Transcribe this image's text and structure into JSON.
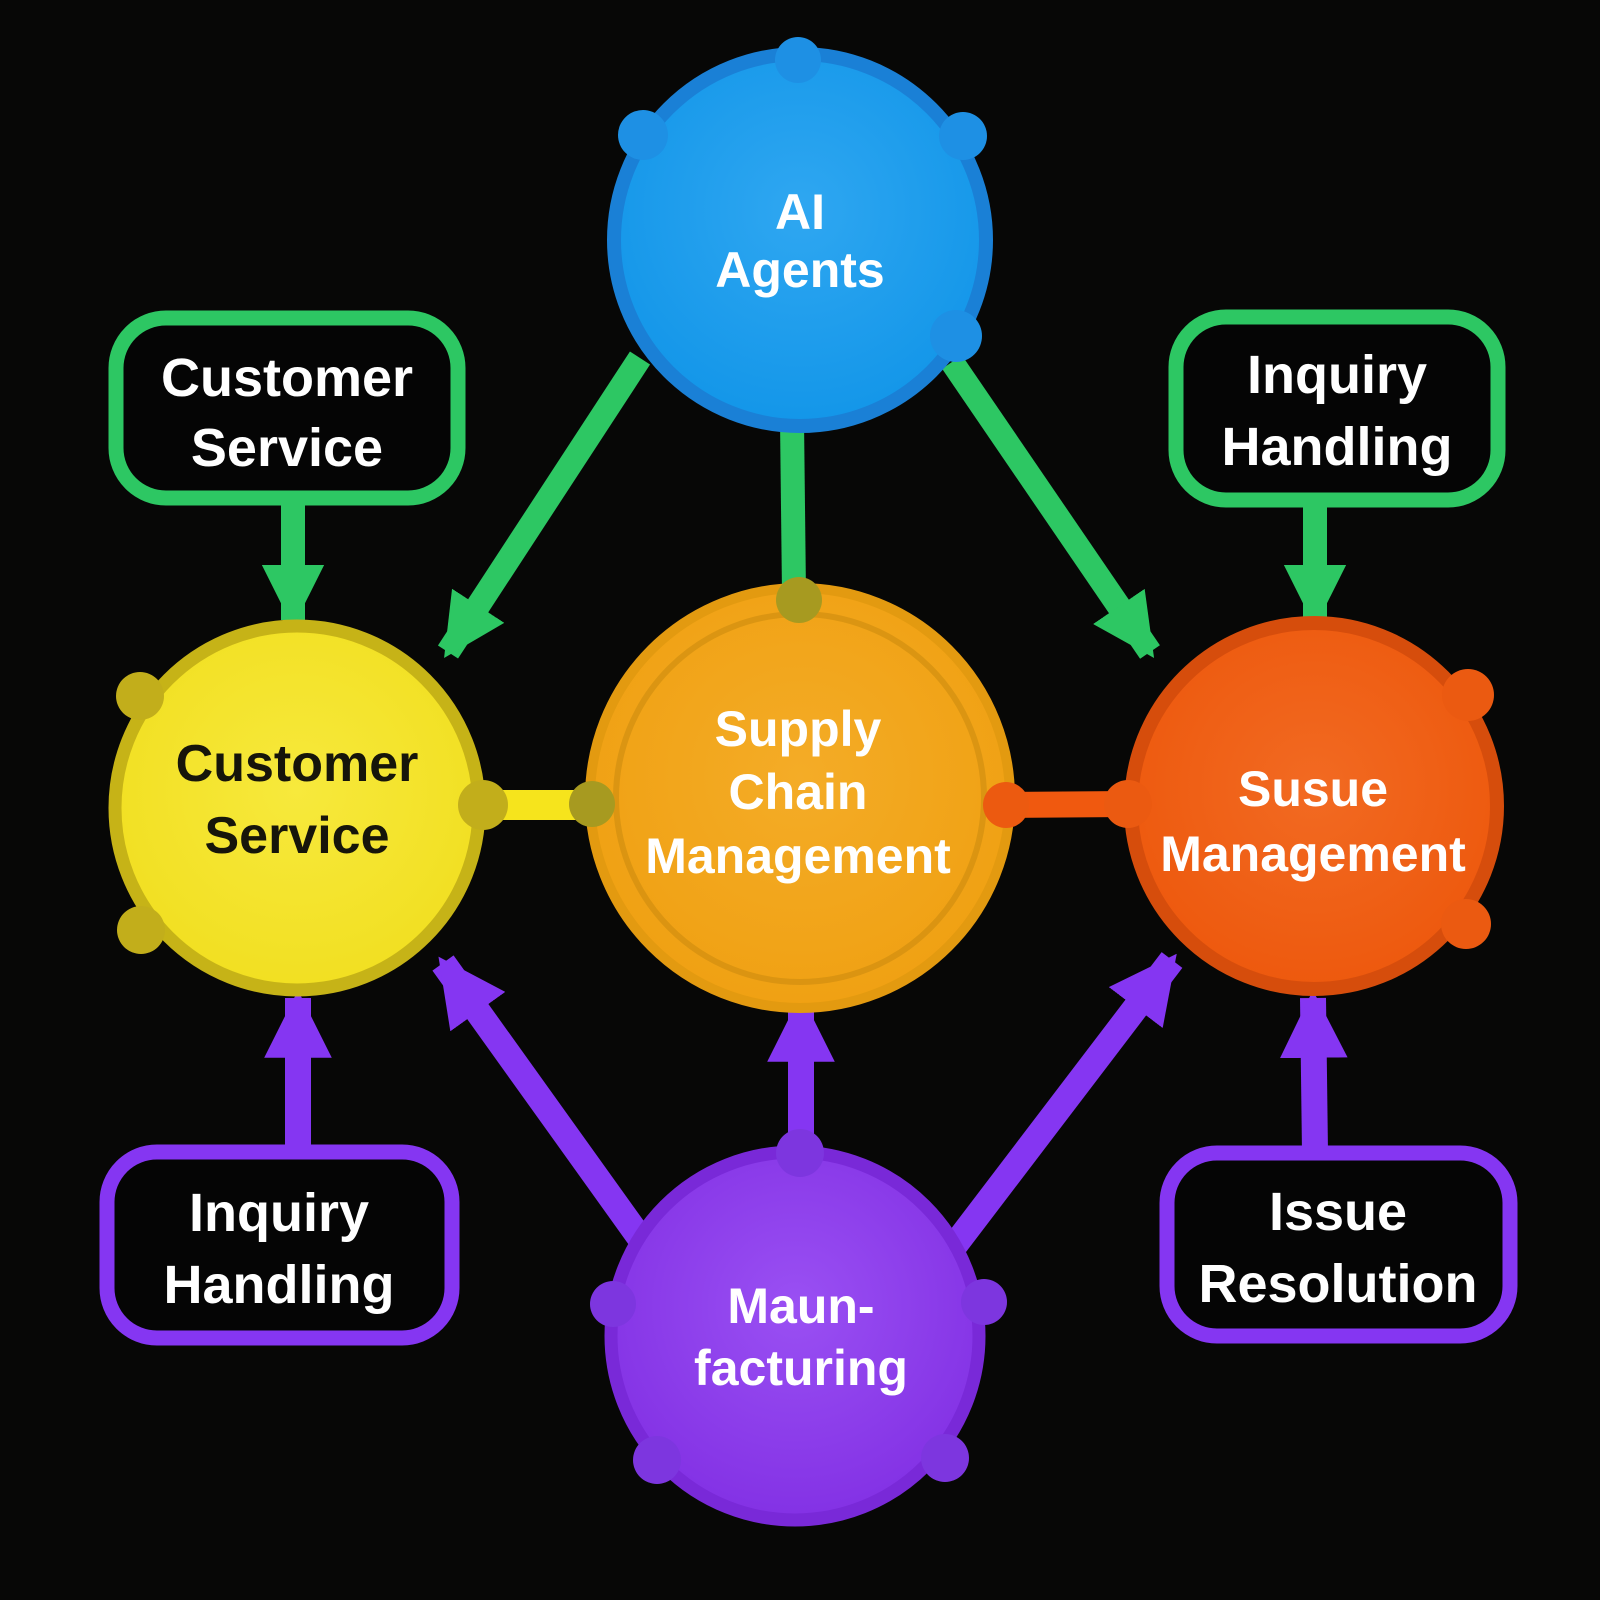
{
  "diagram": {
    "background": "#070706",
    "nodes": {
      "ai_agents": {
        "label": "AI Agents",
        "lines": [
          "AI",
          "Agents"
        ],
        "fill_center": "#2fa7f1",
        "fill_edge": "#0e93e7",
        "border": "#1a80d6",
        "dot": "#1e90e4",
        "text_color": "#ffffff"
      },
      "customer_service": {
        "label": "Customer Service",
        "lines": [
          "Customer",
          "Service"
        ],
        "fill_center": "#f7e93c",
        "fill_edge": "#f0dd1b",
        "border": "#c6b317",
        "dot": "#c2ae1b",
        "text_color": "#16150a"
      },
      "supply_chain": {
        "label": "Supply Chain Management",
        "lines": [
          "Supply",
          "Chain",
          "Management"
        ],
        "fill_center": "#f4ac27",
        "fill_edge": "#ef9e0e",
        "border": "#e39a10",
        "inner_ring": "#cf8d10",
        "dot_olive": "#a79a20",
        "dot_orange": "#ec5a10",
        "text_color": "#ffffff"
      },
      "issue_management": {
        "label": "Susue Management",
        "lines": [
          "Susue",
          "Management"
        ],
        "fill_center": "#f26a22",
        "fill_edge": "#ec5509",
        "border": "#d64d0c",
        "dot": "#eb5a11",
        "text_color": "#ffffff"
      },
      "manufacturing": {
        "label": "Maun-facturing",
        "lines": [
          "Maun-",
          "facturing"
        ],
        "fill_center": "#9a50f3",
        "fill_edge": "#7f2ce2",
        "border": "#7929d8",
        "dot": "#7d36df",
        "text_color": "#ffffff"
      }
    },
    "callouts": {
      "customer_service": {
        "lines": [
          "Customer",
          "Service"
        ],
        "border": "#2dc763",
        "fill": "#050505",
        "text_color": "#ffffff"
      },
      "inquiry_handling_top": {
        "lines": [
          "Inquiry",
          "Handling"
        ],
        "border": "#2dc763",
        "fill": "#050505",
        "text_color": "#ffffff"
      },
      "inquiry_handling_bottom": {
        "lines": [
          "Inquiry",
          "Handling"
        ],
        "border": "#8536f2",
        "fill": "#050505",
        "text_color": "#ffffff"
      },
      "issue_resolution": {
        "lines": [
          "Issue",
          "Resolution"
        ],
        "border": "#8536f2",
        "fill": "#050505",
        "text_color": "#ffffff"
      }
    },
    "links": {
      "green": "#2dc763",
      "purple": "#8536f2",
      "yellow_bar": "#f6e41c",
      "orange_bar": "#f0590f"
    },
    "edges": [
      {
        "from": "ai_agents",
        "to": "customer_service",
        "style": "arrow",
        "color": "green"
      },
      {
        "from": "ai_agents",
        "to": "supply_chain",
        "style": "line",
        "color": "green"
      },
      {
        "from": "ai_agents",
        "to": "issue_management",
        "style": "arrow",
        "color": "green"
      },
      {
        "from": "callout_customer_service",
        "to": "customer_service",
        "style": "arrow",
        "color": "green"
      },
      {
        "from": "callout_inquiry_handling_top",
        "to": "issue_management",
        "style": "arrow",
        "color": "green"
      },
      {
        "from": "manufacturing",
        "to": "customer_service",
        "style": "arrow",
        "color": "purple"
      },
      {
        "from": "manufacturing",
        "to": "supply_chain",
        "style": "arrow",
        "color": "purple"
      },
      {
        "from": "manufacturing",
        "to": "issue_management",
        "style": "arrow",
        "color": "purple"
      },
      {
        "from": "callout_inquiry_handling_bottom",
        "to": "customer_service",
        "style": "arrow",
        "color": "purple"
      },
      {
        "from": "callout_issue_resolution",
        "to": "issue_management",
        "style": "arrow",
        "color": "purple"
      },
      {
        "from": "customer_service",
        "to": "supply_chain",
        "style": "bar",
        "color": "yellow"
      },
      {
        "from": "supply_chain",
        "to": "issue_management",
        "style": "bar",
        "color": "orange"
      }
    ]
  }
}
